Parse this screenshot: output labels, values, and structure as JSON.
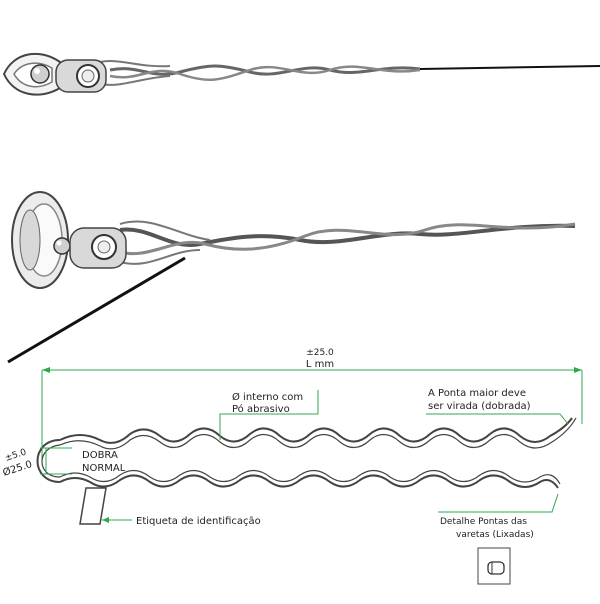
{
  "colors": {
    "dimension_line": "#2fa84f",
    "wire": "#555555",
    "cable": "#111111",
    "fitting": "#bdbdbd"
  },
  "dimensions": {
    "length_tolerance": "±25.0",
    "length_label": "L  mm",
    "loop_tolerance": "±5.0",
    "loop_diameter": "Ø25.0"
  },
  "annotations": {
    "internal_diameter_line1": "Ø interno com",
    "internal_diameter_line2": "Pó abrasivo",
    "tip_line1": "A Ponta maior deve",
    "tip_line2": "ser virada (dobrada)",
    "bend_line1": "DOBRA",
    "bend_line2": "NORMAL",
    "tag_label": "Etiqueta de identificação",
    "detail_line1": "Detalhe Pontas das",
    "detail_line2": "varetas (Lixadas)"
  },
  "icons": {
    "thimble": "thimble-icon",
    "insulator": "insulator-icon",
    "tag": "tag-icon",
    "rod_tip": "rod-tip-icon"
  }
}
